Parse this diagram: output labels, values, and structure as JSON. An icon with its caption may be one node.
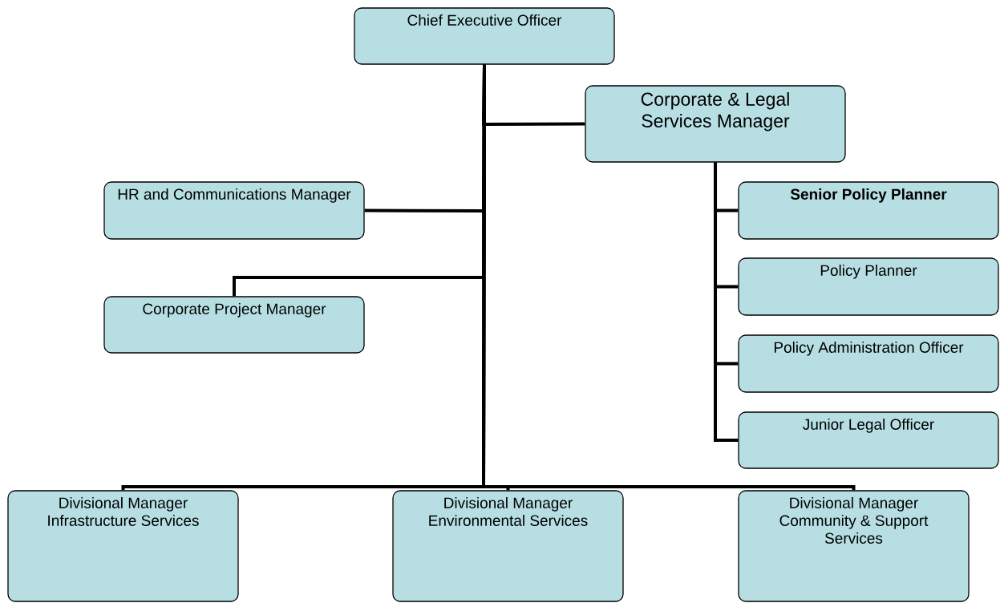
{
  "diagram": {
    "nodes": [
      {
        "text": [
          "Chief Executive Officer"
        ]
      },
      {
        "text": [
          "Corporate & Legal Services Manager"
        ]
      },
      {
        "text": [
          "HR and Communications Manager"
        ]
      },
      {
        "text": [
          "Corporate Project Manager"
        ]
      },
      {
        "text": [
          "Senior Policy Planner"
        ]
      },
      {
        "text": [
          "Policy Planner"
        ]
      },
      {
        "text": [
          "Policy Administration Officer"
        ]
      },
      {
        "text": [
          "Junior Legal Officer"
        ]
      },
      {
        "text": [
          "Divisional Manager Infrastructure Services"
        ]
      },
      {
        "text": [
          "Divisional Manager Environmental Services"
        ]
      },
      {
        "text": [
          "Divisional Manager Community & Support Services"
        ]
      }
    ],
    "edges": [
      {
        "from": 0,
        "to": 1,
        "arrow": "none"
      },
      {
        "from": 0,
        "to": 2,
        "arrow": "none"
      },
      {
        "from": 0,
        "to": 3,
        "arrow": "none"
      },
      {
        "from": 0,
        "to": 8,
        "arrow": "none"
      },
      {
        "from": 0,
        "to": 9,
        "arrow": "none"
      },
      {
        "from": 0,
        "to": 10,
        "arrow": "none"
      },
      {
        "from": 1,
        "to": 4,
        "arrow": "none"
      },
      {
        "from": 1,
        "to": 5,
        "arrow": "none"
      },
      {
        "from": 1,
        "to": 6,
        "arrow": "none"
      },
      {
        "from": 1,
        "to": 7,
        "arrow": "none"
      }
    ]
  }
}
